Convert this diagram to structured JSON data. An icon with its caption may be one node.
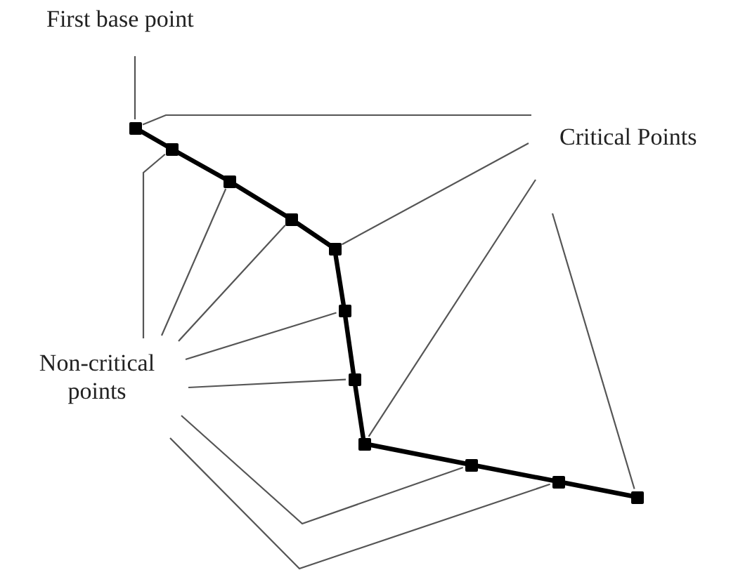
{
  "diagram": {
    "nodes": [
      {
        "text": [
          "First base point"
        ]
      },
      {
        "text": [
          "Critical Points"
        ]
      },
      {
        "text": [
          "Non-critical points"
        ]
      },
      {
        "text": [],
        "shape": "box"
      },
      {
        "text": [],
        "shape": "box"
      },
      {
        "text": [],
        "shape": "box"
      },
      {
        "text": [],
        "shape": "box"
      },
      {
        "text": [],
        "shape": "box"
      },
      {
        "text": [],
        "shape": "box"
      },
      {
        "text": [],
        "shape": "box"
      },
      {
        "text": [],
        "shape": "box"
      },
      {
        "text": [],
        "shape": "box"
      },
      {
        "text": [],
        "shape": "box"
      },
      {
        "text": [],
        "shape": "box"
      }
    ],
    "edges": [
      {
        "from": 3,
        "to": 4,
        "arrow": "none",
        "style": "thick"
      },
      {
        "from": 4,
        "to": 5,
        "arrow": "none",
        "style": "thick"
      },
      {
        "from": 5,
        "to": 6,
        "arrow": "none",
        "style": "thick"
      },
      {
        "from": 6,
        "to": 7,
        "arrow": "none",
        "style": "thick"
      },
      {
        "from": 7,
        "to": 8,
        "arrow": "none",
        "style": "thick"
      },
      {
        "from": 8,
        "to": 9,
        "arrow": "none",
        "style": "thick"
      },
      {
        "from": 9,
        "to": 10,
        "arrow": "none",
        "style": "thick"
      },
      {
        "from": 10,
        "to": 11,
        "arrow": "none",
        "style": "thick"
      },
      {
        "from": 11,
        "to": 12,
        "arrow": "none",
        "style": "thick"
      },
      {
        "from": 12,
        "to": 13,
        "arrow": "none",
        "style": "thick"
      },
      {
        "from": 0,
        "to": 3,
        "arrow": "none"
      },
      {
        "from": 1,
        "to": 3,
        "arrow": "none"
      },
      {
        "from": 1,
        "to": 7,
        "arrow": "none"
      },
      {
        "from": 1,
        "to": 10,
        "arrow": "none"
      },
      {
        "from": 1,
        "to": 13,
        "arrow": "none"
      },
      {
        "from": 2,
        "to": 4,
        "arrow": "none"
      },
      {
        "from": 2,
        "to": 5,
        "arrow": "none"
      },
      {
        "from": 2,
        "to": 6,
        "arrow": "none"
      },
      {
        "from": 2,
        "to": 8,
        "arrow": "none"
      },
      {
        "from": 2,
        "to": 9,
        "arrow": "none"
      },
      {
        "from": 2,
        "to": 11,
        "arrow": "none"
      },
      {
        "from": 2,
        "to": 12,
        "arrow": "none"
      }
    ]
  }
}
